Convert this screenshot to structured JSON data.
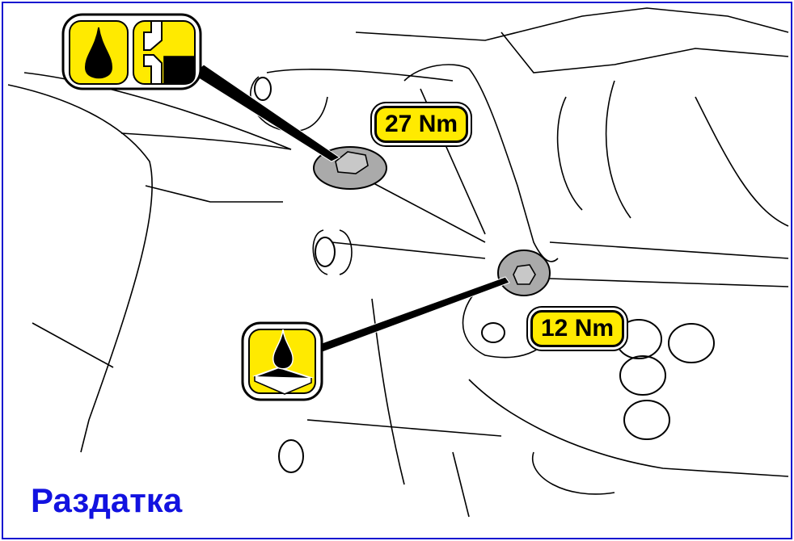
{
  "torque_upper": "27 Nm",
  "torque_lower": "12 Nm",
  "caption": "Раздатка",
  "icons": [
    "oil-drop-level-check-icon",
    "sealant-drop-icon"
  ],
  "colors": {
    "label_fill": "#ffea00",
    "caption": "#1212e0",
    "frame": "#1010d0"
  }
}
